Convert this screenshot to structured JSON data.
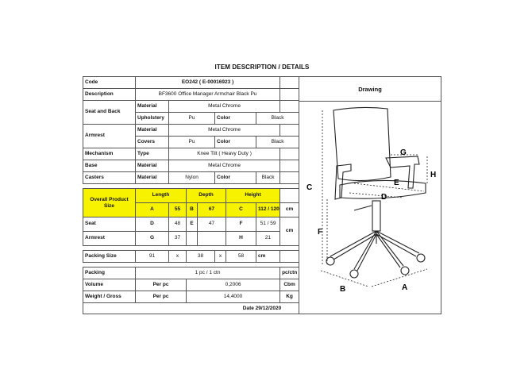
{
  "title": "ITEM DESCRIPTION / DETAILS",
  "code": {
    "label": "Code",
    "value": "EO242  ( E-00016923 )"
  },
  "description": {
    "label": "Description",
    "value": "BF3600 Office Manager Armchair Black Pu"
  },
  "seat_back": {
    "label": "Seat and Back",
    "material_label": "Material",
    "material": "Metal Chrome",
    "upholstery_label": "Upholstery",
    "upholstery": "Pu",
    "color_label": "Color",
    "color": "Black"
  },
  "armrest": {
    "label": "Armrest",
    "material_label": "Material",
    "material": "Metal Chrome",
    "covers_label": "Covers",
    "covers": "Pu",
    "color_label": "Color",
    "color": "Black"
  },
  "mechanism": {
    "label": "Mechanism",
    "type_label": "Type",
    "type": "Knee Tilt ( Heavy Duty )"
  },
  "base": {
    "label": "Base",
    "material_label": "Material",
    "material": "Metal Chrome"
  },
  "casters": {
    "label": "Casters",
    "material_label": "Material",
    "material": "Nylon",
    "color_label": "Color",
    "color": "Black"
  },
  "overall": {
    "label_line1": "Overall Product",
    "label_line2": "Size",
    "length_label": "Length",
    "depth_label": "Depth",
    "height_label": "Height",
    "a": "A",
    "a_val": "55",
    "b": "B",
    "b_val": "67",
    "c": "C",
    "c_val": "112 / 120",
    "unit": "cm"
  },
  "seat": {
    "label": "Seat",
    "d": "D",
    "d_val": "48",
    "e": "E",
    "e_val": "47",
    "f": "F",
    "f_val": "51 / 59"
  },
  "armrest_dims": {
    "label": "Armrest",
    "g": "G",
    "g_val": "37",
    "h": "H",
    "h_val": "21",
    "unit": "cm"
  },
  "packing_size": {
    "label": "Packing Size",
    "l": "91",
    "x1": "x",
    "w": "38",
    "x2": "x",
    "h": "58",
    "unit": "cm"
  },
  "packing": {
    "label": "Packing",
    "value": "1 pc / 1 ctn",
    "unit": "pc/ctn"
  },
  "volume": {
    "label": "Volume",
    "per": "Per pc",
    "value": "0,2006",
    "unit": "Cbm"
  },
  "weight": {
    "label": "Weight / Gross",
    "per": "Per pc",
    "value": "14,4000",
    "unit": "Kg"
  },
  "date": "Date 29/12/2020",
  "drawing": {
    "header": "Drawing",
    "labels": {
      "A": "A",
      "B": "B",
      "C": "C",
      "D": "D",
      "E": "E",
      "F": "F",
      "G": "G",
      "H": "H"
    }
  },
  "colors": {
    "highlight": "#f7f200",
    "border": "#555555"
  }
}
